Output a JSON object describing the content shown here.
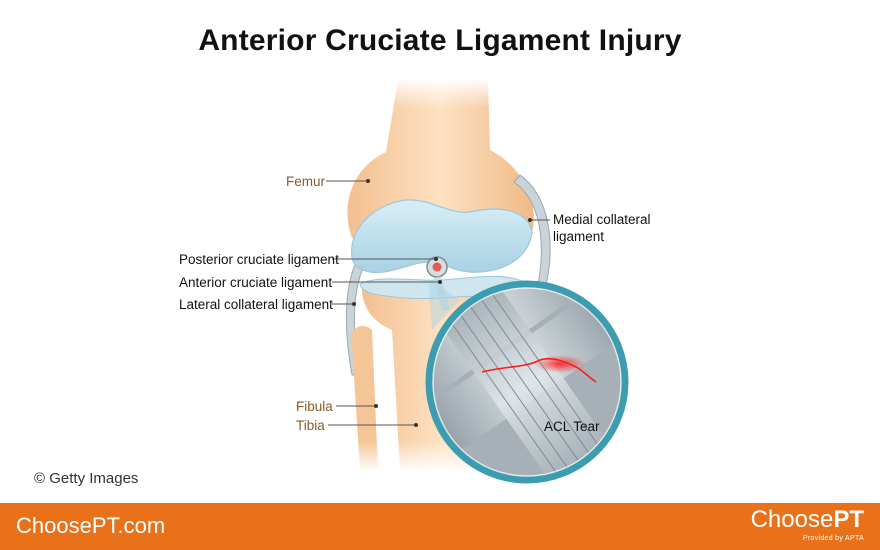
{
  "title": "Anterior Cruciate Ligament Injury",
  "labels": {
    "femur": "Femur",
    "medial_collateral_line1": "Medial collateral",
    "medial_collateral_line2": "ligament",
    "posterior_cruciate": "Posterior cruciate ligament",
    "anterior_cruciate": "Anterior cruciate ligament",
    "lateral_collateral": "Lateral collateral ligament",
    "fibula": "Fibula",
    "tibia": "Tibia",
    "acl_tear": "ACL Tear"
  },
  "credit": "© Getty Images",
  "footer": {
    "site": "ChoosePT.com",
    "brand_light": "Choose",
    "brand_bold": "PT",
    "brand_sub": "Provided by APTA"
  },
  "colors": {
    "footer": "#e8711a",
    "bone": "#f6c79a",
    "cartilage": "#bfe1ef",
    "magnifier_ring": "#3c9cb0",
    "tear": "#ff1a1a",
    "label_brown": "#8b5a2b"
  }
}
